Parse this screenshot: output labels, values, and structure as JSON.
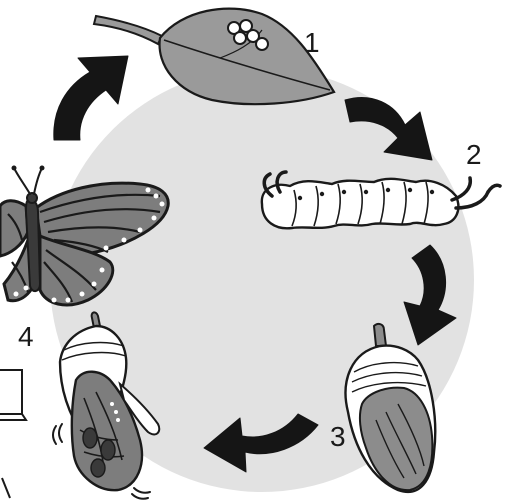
{
  "diagram": {
    "stages": [
      {
        "label": "1",
        "depicts": "leaf-with-eggs"
      },
      {
        "label": "2",
        "depicts": "caterpillar"
      },
      {
        "label": "3",
        "depicts": "chrysalis"
      },
      {
        "label": "4",
        "depicts": "emerging-butterfly"
      }
    ],
    "colors": {
      "circle": "#e2e2e2",
      "arrows": "#151515",
      "leaf": "#9a9a9a",
      "wing": "#7d7d7d",
      "wing_dark": "#3a3a3a",
      "chrysalis": "#8c8c8c",
      "outline": "#1a1a1a"
    }
  }
}
